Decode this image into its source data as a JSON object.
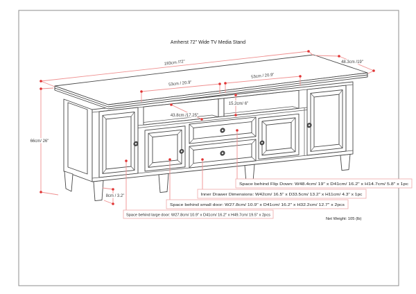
{
  "title": {
    "text": "Amherst 72\" Wide TV Media Stand"
  },
  "colors": {
    "accent_red": "#e03434",
    "dim_line_red": "#ef8f8f",
    "note_border_red": "#eda8a8",
    "line_gray": "#454545",
    "border_gray": "#8c8c8c"
  },
  "dims": {
    "w183": {
      "label": "183cm /72\""
    },
    "d48": {
      "label": "48.3cm /19\""
    },
    "s53l": {
      "label": "53cm / 20.9\""
    },
    "s53r": {
      "label": "53cm / 20.9\""
    },
    "diag43": {
      "label": "43.8cm /17.25\""
    },
    "h15": {
      "label": "15.2cm/ 6\""
    },
    "h66": {
      "label": "66cm/ 26\""
    },
    "leg8": {
      "label": "8cm / 3.2\""
    }
  },
  "notes": {
    "flip_down": {
      "text": "Space behind Flip Down: W48.4cm/ 19\" x D41cm/ 16.2\" x H14.7cm/ 5.8\" x 1pc"
    },
    "inner_drawer": {
      "text": "Inner Drawer Dimensions: W42cm/ 16.5\" x D33.5cm/ 13.2\" x H11cm/ 4.3\" x 1pc"
    },
    "small_door": {
      "text": "Space behind small door: W27.8cm/ 10.9\" x D41cm/ 16.2\" x H32.2cm/ 12.7\" x 2pcs"
    },
    "large_door": {
      "text": "Space behind large door: W27.8cm/ 10.9\" x D41cm/ 16.2\" x H49.7cm/ 19.5\" x 2pcs"
    }
  },
  "footer": {
    "net_weight": "Net Weight: 105 (lb)"
  }
}
